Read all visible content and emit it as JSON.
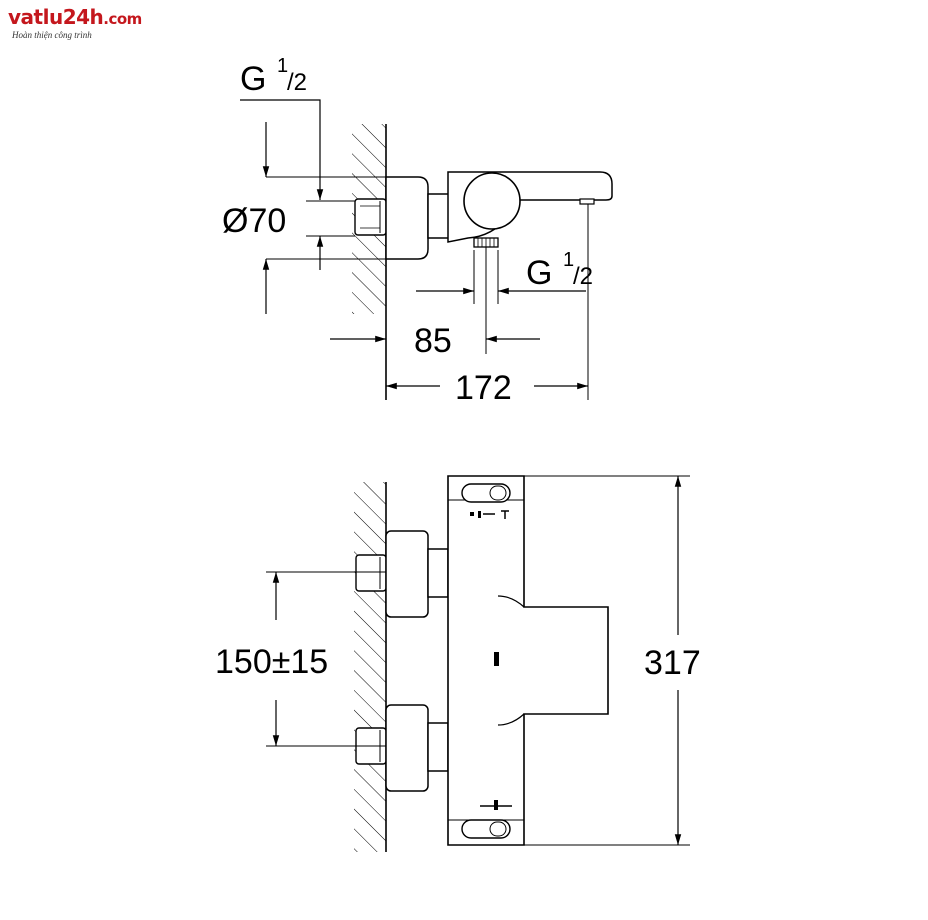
{
  "logo": {
    "brand": "vatlu24h",
    "domain_suffix": ".com",
    "slogan": "Hoàn thiện công trình"
  },
  "side_view": {
    "top_thread_label": "G",
    "top_thread_num": "1",
    "top_thread_den": "/2",
    "diameter_label": "Ø70",
    "spout_thread_label": "G",
    "spout_thread_num": "1",
    "spout_thread_den": "/2",
    "dim_85": "85",
    "dim_172": "172"
  },
  "front_view": {
    "dim_150": "150±15",
    "dim_317": "317"
  }
}
